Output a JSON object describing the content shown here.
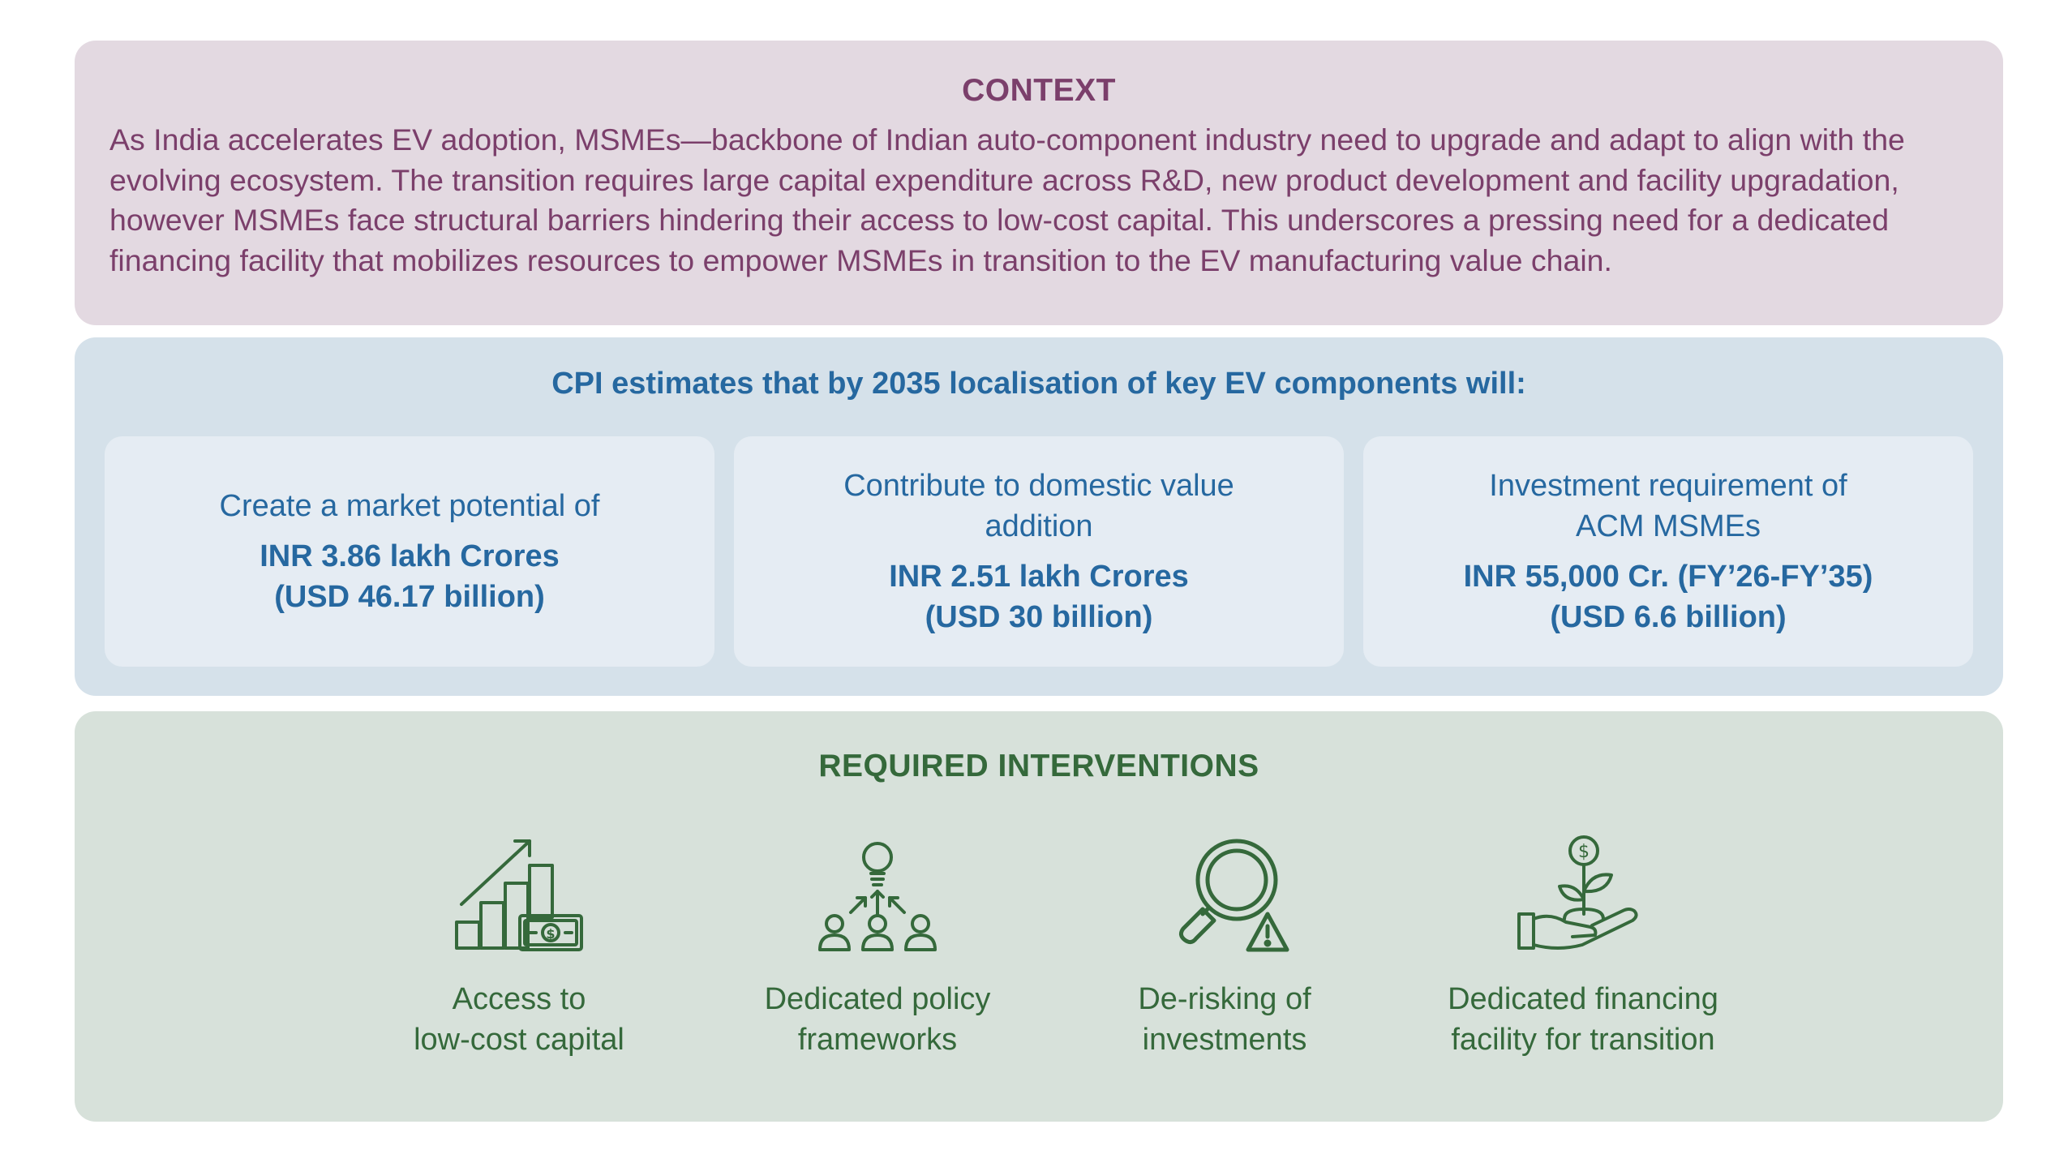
{
  "context": {
    "title": "CONTEXT",
    "body": "As India accelerates EV adoption, MSMEs—backbone of Indian auto-component industry need to upgrade and adapt to align with the evolving ecosystem. The transition requires large capital expenditure across R&D, new product development and facility upgradation, however MSMEs face structural barriers hindering their access to low-cost capital. This underscores a pressing need for a dedicated financing facility that mobilizes resources to empower MSMEs in transition to the EV manufacturing value chain."
  },
  "cpi": {
    "title": "CPI estimates that by 2035 localisation of key EV components will:",
    "cards": [
      {
        "label": "Create a market potential of",
        "value1": "INR 3.86 lakh Crores",
        "value2": "(USD 46.17 billion)"
      },
      {
        "label": "Contribute to domestic value addition",
        "value1": "INR 2.51 lakh Crores",
        "value2": "(USD 30 billion)"
      },
      {
        "label": "Investment requirement of ACM MSMEs",
        "value1": "INR 55,000 Cr. (FY’26-FY’35)",
        "value2": "(USD 6.6 billion)"
      }
    ]
  },
  "interventions": {
    "title": "REQUIRED INTERVENTIONS",
    "items": [
      {
        "icon": "growth-chart-money-icon",
        "line1": "Access to",
        "line2": "low-cost capital"
      },
      {
        "icon": "policy-network-icon",
        "line1": "Dedicated policy",
        "line2": "frameworks"
      },
      {
        "icon": "risk-magnifier-icon",
        "line1": "De-risking of",
        "line2": "investments"
      },
      {
        "icon": "hand-plant-money-icon",
        "line1": "Dedicated financing",
        "line2": "facility for transition"
      }
    ]
  },
  "colors": {
    "context_bg": "#e3d9e1",
    "context_text": "#7b3f6b",
    "cpi_bg": "#d5e1ea",
    "card_bg": "#e5ecf3",
    "cpi_text": "#2668a0",
    "interventions_bg": "#d7e1da",
    "interventions_text": "#35693b"
  }
}
